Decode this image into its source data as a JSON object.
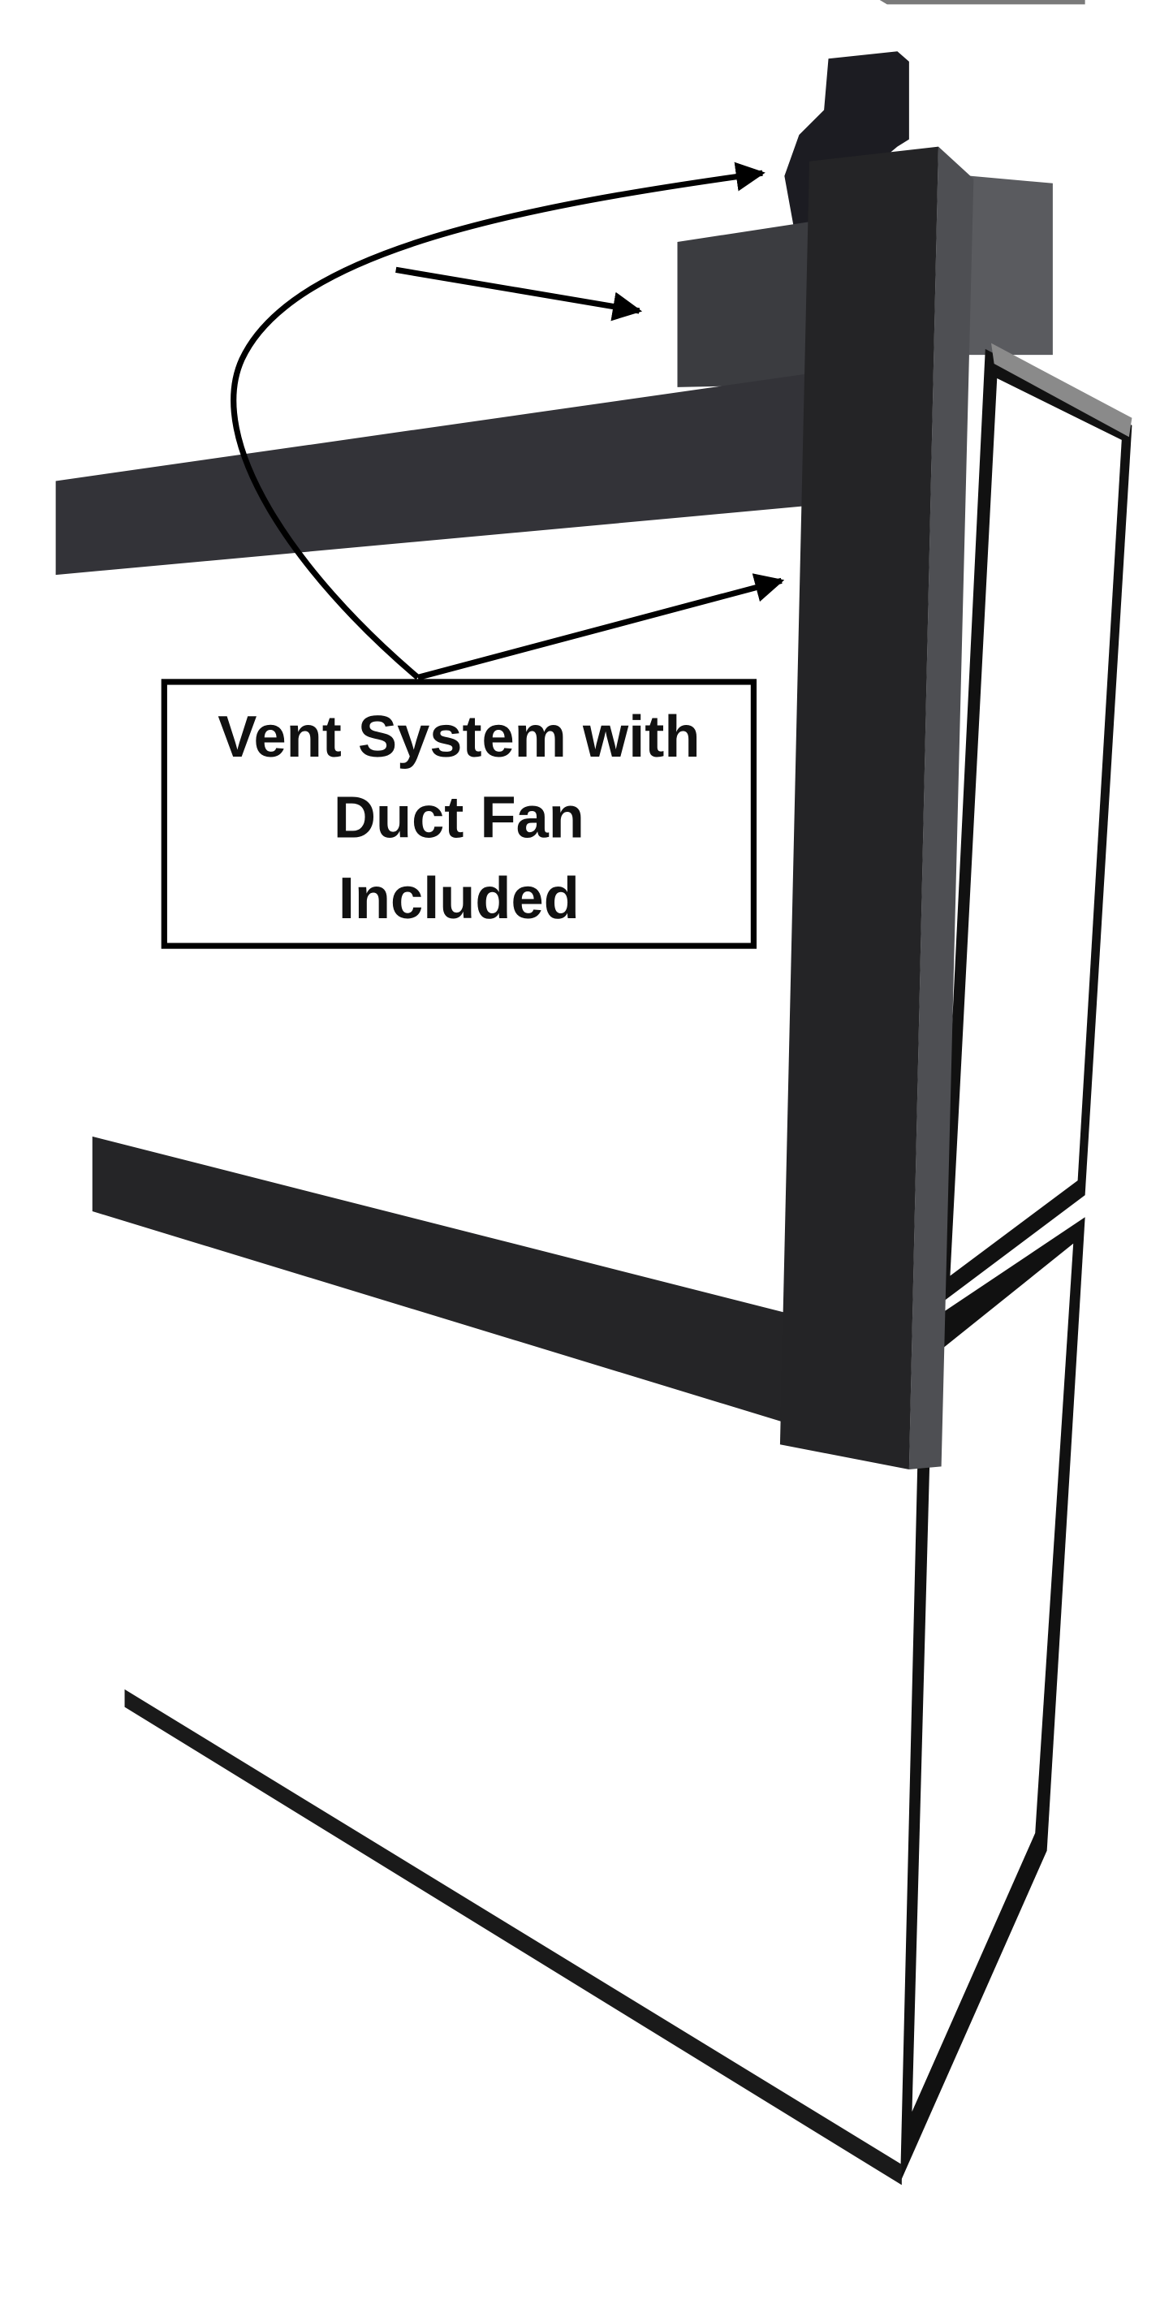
{
  "callout": {
    "lines": [
      "Vent System with",
      "Duct Fan",
      "Included"
    ]
  },
  "colors": {
    "post": "#242426",
    "frame": "#2f2f33",
    "side": "#5e5f63",
    "panel": "#ffffff",
    "ink": "#000000"
  }
}
